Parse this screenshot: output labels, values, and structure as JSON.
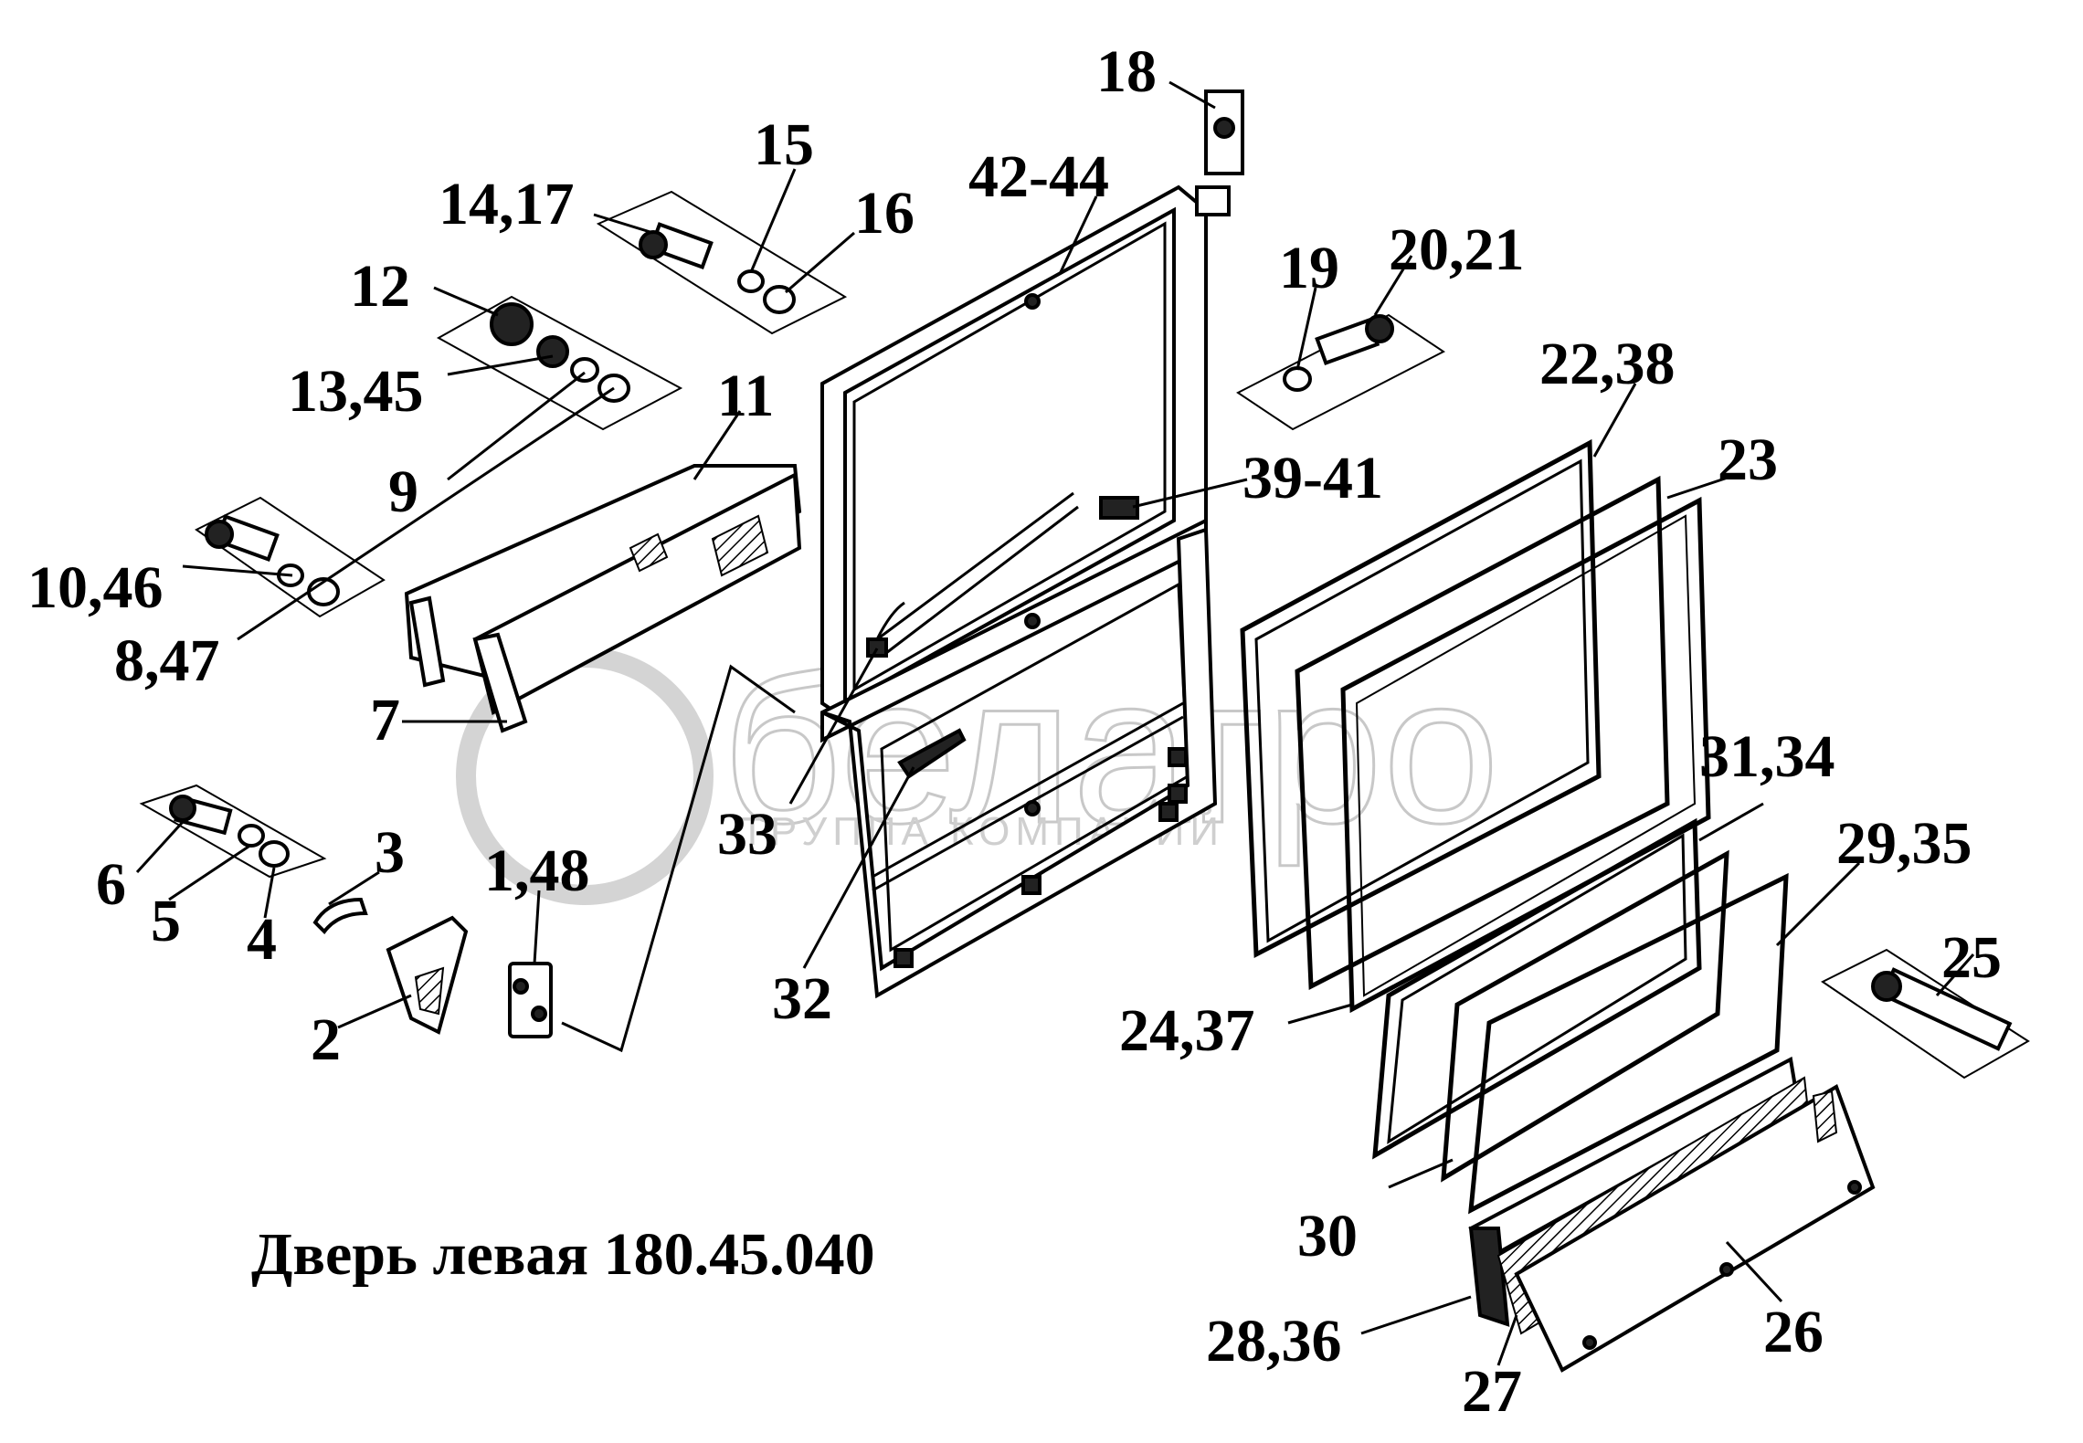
{
  "title": "Дверь левая 180.45.040",
  "watermark": {
    "brand": "белагро",
    "subtitle": "ТРУППА  КОМПАНИЙ"
  },
  "callouts": [
    {
      "id": "c18",
      "text": "18"
    },
    {
      "id": "c42_44",
      "text": "42-44"
    },
    {
      "id": "c15",
      "text": "15"
    },
    {
      "id": "c14_17",
      "text": "14,17"
    },
    {
      "id": "c16",
      "text": "16"
    },
    {
      "id": "c12",
      "text": "12"
    },
    {
      "id": "c19",
      "text": "19"
    },
    {
      "id": "c20_21",
      "text": "20,21"
    },
    {
      "id": "c22_38",
      "text": "22,38"
    },
    {
      "id": "c13_45",
      "text": "13,45"
    },
    {
      "id": "c11",
      "text": "11"
    },
    {
      "id": "c23",
      "text": "23"
    },
    {
      "id": "c39_41",
      "text": "39-41"
    },
    {
      "id": "c9",
      "text": "9"
    },
    {
      "id": "c10_46",
      "text": "10,46"
    },
    {
      "id": "c8_47",
      "text": "8,47"
    },
    {
      "id": "c7",
      "text": "7"
    },
    {
      "id": "c31_34",
      "text": "31,34"
    },
    {
      "id": "c33",
      "text": "33"
    },
    {
      "id": "c29_35",
      "text": "29,35"
    },
    {
      "id": "c3",
      "text": "3"
    },
    {
      "id": "c1_48",
      "text": "1,48"
    },
    {
      "id": "c6",
      "text": "6"
    },
    {
      "id": "c5",
      "text": "5"
    },
    {
      "id": "c4",
      "text": "4"
    },
    {
      "id": "c25",
      "text": "25"
    },
    {
      "id": "c32",
      "text": "32"
    },
    {
      "id": "c24_37",
      "text": "24,37"
    },
    {
      "id": "c2",
      "text": "2"
    },
    {
      "id": "c30",
      "text": "30"
    },
    {
      "id": "c26",
      "text": "26"
    },
    {
      "id": "c28_36",
      "text": "28,36"
    },
    {
      "id": "c27",
      "text": "27"
    }
  ]
}
